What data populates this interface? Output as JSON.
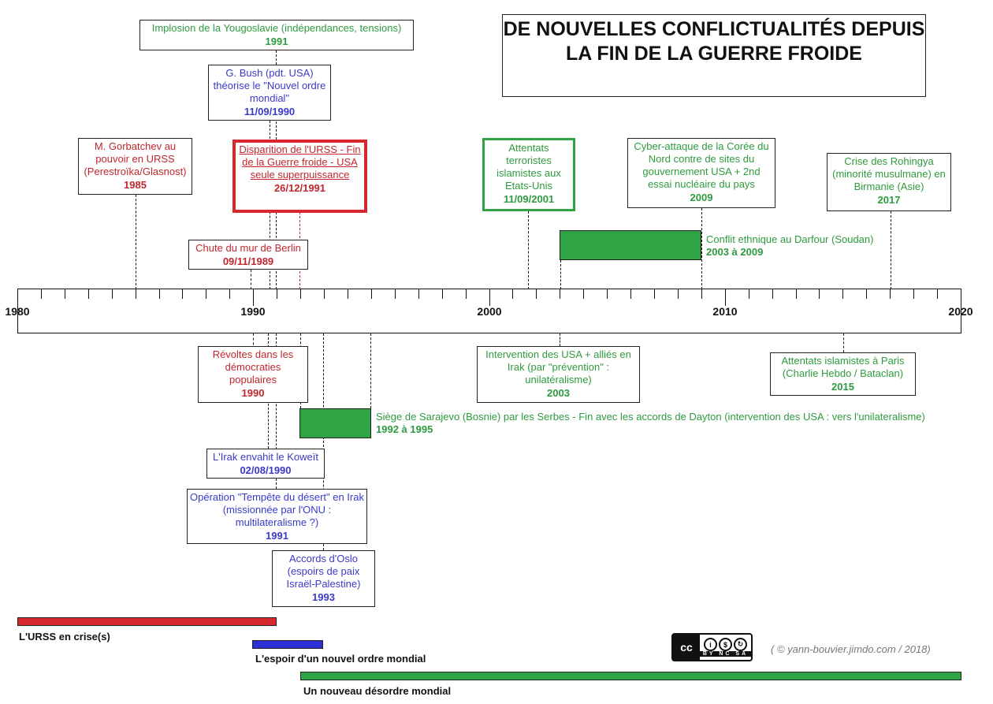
{
  "title": "DE NOUVELLES CONFLICTUALITÉS DEPUIS LA FIN DE LA GUERRE FROIDE",
  "axis": {
    "labels": [
      "1980",
      "1990",
      "2000",
      "2010",
      "2020"
    ]
  },
  "events_above": [
    {
      "id": "yougoslavie",
      "text": "Implosion de la Yougoslavie (indépendances, tensions)",
      "date": "1991",
      "color": "green"
    },
    {
      "id": "bush",
      "text": "G. Bush (pdt. USA) théorise le \"Nouvel ordre mondial\"",
      "date": "11/09/1990",
      "color": "blue"
    },
    {
      "id": "gorbatchev",
      "text": "M. Gorbatchev au pouvoir en URSS (Perestroïka/Glasnost)",
      "date": "1985",
      "color": "red"
    },
    {
      "id": "urss",
      "text": "Disparition de l'URSS - Fin de la Guerre froide - USA seule superpuissance",
      "date": "26/12/1991",
      "color": "red"
    },
    {
      "id": "berlin",
      "text": "Chute du mur de Berlin",
      "date": "09/11/1989",
      "color": "red"
    },
    {
      "id": "attentats2001",
      "text": "Attentats terroristes islamistes aux Etats-Unis",
      "date": "11/09/2001",
      "color": "green"
    },
    {
      "id": "coree",
      "text": "Cyber-attaque de la Corée du Nord contre de sites du gouvernement USA + 2nd essai nucléaire du pays",
      "date": "2009",
      "color": "green"
    },
    {
      "id": "rohingya",
      "text": "Crise des Rohingya (minorité musulmane) en Birmanie (Asie)",
      "date": "2017",
      "color": "green"
    }
  ],
  "events_below": [
    {
      "id": "revoltes",
      "text": "Révoltes dans les démocraties populaires",
      "date": "1990",
      "color": "red"
    },
    {
      "id": "irak2003",
      "text": "Intervention des USA + alliés en Irak (par \"prévention\" : unilatéralisme)",
      "date": "2003",
      "color": "green"
    },
    {
      "id": "paris",
      "text": "Attentats islamistes à Paris (Charlie Hebdo / Bataclan)",
      "date": "2015",
      "color": "green"
    },
    {
      "id": "koweit",
      "text": "L'Irak envahit le Koweït",
      "date": "02/08/1990",
      "color": "blue"
    },
    {
      "id": "tempete",
      "text": "Opération \"Tempête du désert\" en Irak (missionnée par l'ONU : multilateralisme ?)",
      "date": "1991",
      "color": "blue"
    },
    {
      "id": "oslo",
      "text": "Accords d'Oslo (espoirs de paix Israël-Palestine)",
      "date": "1993",
      "color": "blue"
    }
  ],
  "spans": [
    {
      "id": "darfour",
      "text": "Conflit ethnique au Darfour (Soudan)",
      "dates": "2003 à 2009",
      "start": 2003,
      "end": 2009
    },
    {
      "id": "sarajevo",
      "text": "Siège de Sarajevo (Bosnie) par les Serbes - Fin avec les accords de Dayton (intervention des USA : vers l'unilateralisme)",
      "dates": "1992 à 1995",
      "start": 1992,
      "end": 1995
    }
  ],
  "periods": [
    {
      "id": "urss-crise",
      "label": "L'URSS en crise(s)",
      "start": 1980,
      "end": 1991,
      "color": "#d6282d"
    },
    {
      "id": "espoir",
      "label": "L'espoir d'un nouvel ordre mondial",
      "start": 1990,
      "end": 1993,
      "color": "#2f2fd6"
    },
    {
      "id": "desordre",
      "label": "Un nouveau désordre mondial",
      "start": 1992,
      "end": 2020,
      "color": "#2ea444"
    }
  ],
  "license": {
    "logo": "cc",
    "icons": [
      "by",
      "nc",
      "sa"
    ],
    "text": "BY  NC  SA"
  },
  "credit": "( © yann-bouvier.jimdo.com / 2018)"
}
